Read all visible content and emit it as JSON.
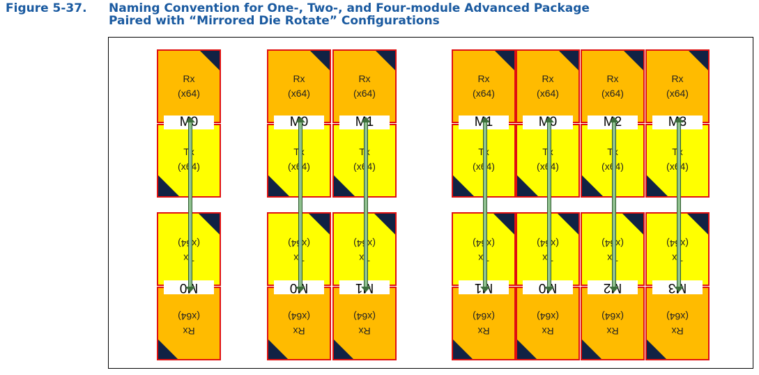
{
  "figure": {
    "number": "Figure 5-37.",
    "title_line1": "Naming Convention for One-, Two-, and Four-module Advanced Package",
    "title_line2": "Paired with “Mirrored Die Rotate” Configurations"
  },
  "labels": {
    "rx": "Rx",
    "tx": "Tx",
    "width": "(x64)"
  },
  "colors": {
    "rx_fill": "#ffbb00",
    "tx_fill": "#ffff00",
    "module_border": "#e01010",
    "corner_marker": "#112244",
    "arrow": "#8ec08e",
    "caption": "#1a5aa0"
  },
  "configurations": [
    {
      "name": "one-module",
      "top_row": [
        "M0"
      ],
      "bottom_row": [
        "M0"
      ]
    },
    {
      "name": "two-module",
      "top_row": [
        "M0",
        "M1"
      ],
      "bottom_row": [
        "M0",
        "M1"
      ]
    },
    {
      "name": "four-module",
      "top_row": [
        "M1",
        "M0",
        "M2",
        "M3"
      ],
      "bottom_row": [
        "M1",
        "M0",
        "M2",
        "M3"
      ]
    }
  ]
}
